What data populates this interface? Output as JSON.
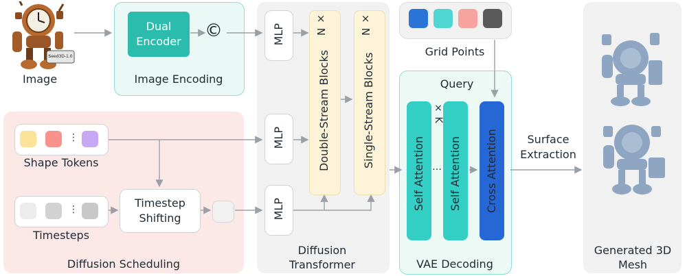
{
  "labels": {
    "image": "Image",
    "robot_badge": "Seed3D-1.0",
    "dual_encoder": "Dual Encoder",
    "concat_symbol": "©",
    "image_encoding": "Image Encoding",
    "mlp": "MLP",
    "double_stream": "Double-Stream Blocks",
    "single_stream": "Single-Stream Blocks",
    "times_n": "× N",
    "diffusion_transformer": "Diffusion Transformer",
    "grid_points": "Grid Points",
    "query": "Query",
    "self_attention": "Self Attention",
    "cross_attention": "Cross Attention",
    "times_k": "× K",
    "ellipsis": "…",
    "vae_decoding": "VAE Decoding",
    "surface_extraction": "Surface Extraction",
    "generated_mesh": "Generated 3D Mesh",
    "shape_tokens": "Shape Tokens",
    "timesteps": "Timesteps",
    "timestep_shifting": "Timestep Shifting",
    "diffusion_scheduling": "Diffusion Scheduling",
    "vdots": "⋮"
  },
  "colors": {
    "image_encoding_bg": "#eaf8f6",
    "image_encoding_border": "#8fdcd2",
    "encoder_fill": "#2bbcae",
    "scheduling_bg": "#fde8e8",
    "transformer_bg": "#f2f2f2",
    "stream_block": "#fdf3d8",
    "vae_bg": "#ecf9f5",
    "attention_teal": "#34cfc4",
    "attention_blue": "#2667d6",
    "grid_points": [
      "#2b73d6",
      "#4fd6d2",
      "#f7a3a0",
      "#5a5a5a"
    ],
    "shape_tokens": [
      "#fce39a",
      "#f8928c",
      "#c8a8f5"
    ],
    "timesteps": [
      "#ececec",
      "#d2d2d2",
      "#c8c8c8"
    ],
    "mesh": "#8ea6c2"
  }
}
